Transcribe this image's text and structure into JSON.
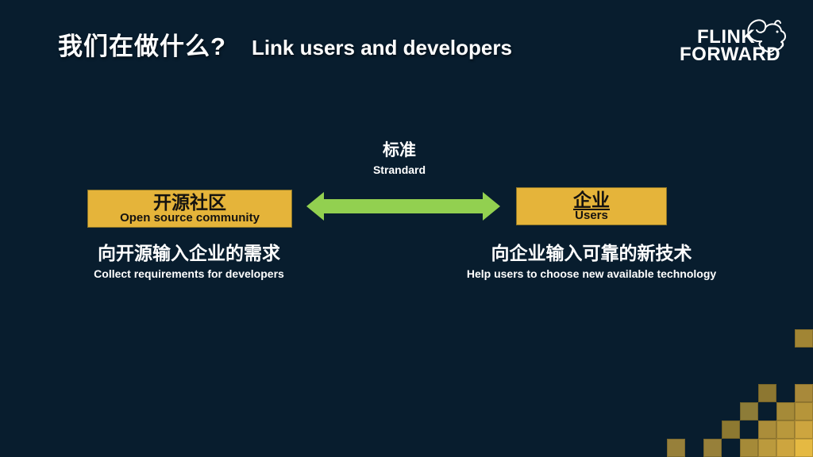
{
  "slide": {
    "background": "#081d2e",
    "title_zh": "我们在做什么?",
    "title_en": "Link users and developers"
  },
  "logo": {
    "line1": "FLINK",
    "line2": "FORWARD",
    "squirrel_icon": "flink-squirrel-outline"
  },
  "diagram": {
    "standard_label_zh": "标准",
    "standard_label_en": "Strandard",
    "left_box": {
      "zh": "开源社区",
      "en": "Open source community"
    },
    "right_box": {
      "zh": "企业",
      "en": "Users"
    },
    "left_caption_zh": "向开源输入企业的需求",
    "left_caption_en": "Collect requirements for developers",
    "right_caption_zh": "向企业输入可靠的新技术",
    "right_caption_en": "Help users to choose new available technology",
    "arrow_color": "#92d050",
    "box_color": "#e5b43a",
    "box_text_color": "#151310"
  },
  "decor": {
    "mosaic": {
      "cell": 23,
      "cols": 8,
      "rows": 7,
      "cells": [
        {
          "c": 7,
          "r": 0,
          "color": "#a18534"
        },
        {
          "c": 5,
          "r": 3,
          "color": "#8d7731"
        },
        {
          "c": 7,
          "r": 3,
          "color": "#a8893a"
        },
        {
          "c": 4,
          "r": 4,
          "color": "#8d7c38"
        },
        {
          "c": 6,
          "r": 4,
          "color": "#a58a38"
        },
        {
          "c": 7,
          "r": 4,
          "color": "#b6953a"
        },
        {
          "c": 3,
          "r": 5,
          "color": "#8d7931"
        },
        {
          "c": 5,
          "r": 5,
          "color": "#ab8d3a"
        },
        {
          "c": 6,
          "r": 5,
          "color": "#b9983c"
        },
        {
          "c": 7,
          "r": 5,
          "color": "#cda53f"
        },
        {
          "c": 0,
          "r": 6,
          "color": "#97803a"
        },
        {
          "c": 2,
          "r": 6,
          "color": "#97803a"
        },
        {
          "c": 4,
          "r": 6,
          "color": "#a58a38"
        },
        {
          "c": 5,
          "r": 6,
          "color": "#bb9a3d"
        },
        {
          "c": 6,
          "r": 6,
          "color": "#cda53f"
        },
        {
          "c": 7,
          "r": 6,
          "color": "#e5b942"
        }
      ]
    }
  }
}
